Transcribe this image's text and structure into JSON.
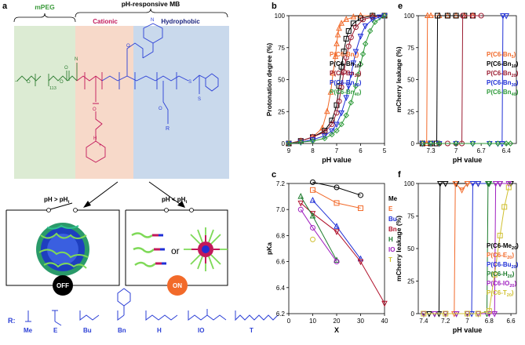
{
  "panel_labels": {
    "a": "a",
    "b": "b",
    "c": "c",
    "e": "e",
    "f": "f"
  },
  "scheme": {
    "mpeg": "mPEG",
    "ph_mb": "pH-responsive MB",
    "cationic": "Cationic",
    "hydrophobic": "Hydrophobic",
    "n113": "113",
    "N": "N",
    "H": "H",
    "plus": "+",
    "S": "S",
    "R_group": "R",
    "arrow_left": "pH > pH",
    "arrow_left_sub": "t",
    "arrow_right": "pH < pH",
    "arrow_right_sub": "t",
    "or": "or",
    "off": "OFF",
    "on": "ON",
    "r_label": "R:",
    "r_groups": [
      "Me",
      "E",
      "Bu",
      "Bn",
      "H",
      "IO",
      "T"
    ]
  },
  "colors": {
    "mpeg_bg": "#dcebd3",
    "cationic_bg": "#f7d9c9",
    "hydrophobic_bg": "#c9d9ec",
    "mpeg_text": "#3a9a3a",
    "cationic_text": "#c2185b",
    "hydrophobic_text": "#1a237e",
    "blue_struct": "#2b3fd6",
    "red_struct": "#c2185b",
    "off_circle": "#000000",
    "on_circle": "#f26a2a"
  },
  "chart_data": [
    {
      "panel": "b",
      "type": "line",
      "xlabel": "pH value",
      "ylabel": "Protonation degree (%)",
      "xlim": [
        9,
        5
      ],
      "ylim": [
        0,
        100
      ],
      "xticks": [
        9,
        8,
        7,
        6,
        5
      ],
      "yticks": [
        0,
        25,
        50,
        75,
        100
      ],
      "legend": [
        "P(C6-Bn",
        "P(C6-Bn",
        "P(C6-Bn",
        "P(C6-Bn",
        "P(C6-Bn"
      ],
      "legend_subs": [
        "5",
        "10",
        "20",
        "30",
        "40"
      ],
      "legend_colors": [
        "#f26a2a",
        "#000000",
        "#9b1b30",
        "#1f2fd6",
        "#2e9a3a"
      ],
      "series": [
        {
          "color": "#f26a2a",
          "marker": "triangle",
          "x": [
            9,
            8.5,
            8.0,
            7.6,
            7.4,
            7.25,
            7.15,
            7.05,
            7.0,
            6.95,
            6.9,
            6.8,
            6.6,
            6.3,
            6.0,
            5.5,
            5.0
          ],
          "y": [
            0,
            2,
            5,
            12,
            25,
            40,
            55,
            68,
            78,
            85,
            90,
            94,
            97,
            99,
            100,
            100,
            100
          ]
        },
        {
          "color": "#000000",
          "marker": "square",
          "x": [
            9,
            8.5,
            8.0,
            7.5,
            7.2,
            7.0,
            6.9,
            6.8,
            6.7,
            6.6,
            6.5,
            6.3,
            6.0,
            5.5,
            5.0
          ],
          "y": [
            0,
            2,
            5,
            10,
            18,
            30,
            45,
            60,
            72,
            82,
            88,
            94,
            98,
            100,
            100
          ]
        },
        {
          "color": "#9b1b30",
          "marker": "circle",
          "x": [
            9,
            8.5,
            8.0,
            7.5,
            7.2,
            7.0,
            6.9,
            6.8,
            6.7,
            6.6,
            6.5,
            6.4,
            6.2,
            5.9,
            5.5,
            5.0
          ],
          "y": [
            0,
            2,
            5,
            9,
            15,
            24,
            33,
            44,
            56,
            67,
            76,
            83,
            91,
            97,
            99,
            100
          ]
        },
        {
          "color": "#1f2fd6",
          "marker": "triangle-down",
          "x": [
            9,
            8.5,
            8.0,
            7.5,
            7.2,
            7.0,
            6.8,
            6.6,
            6.5,
            6.4,
            6.3,
            6.2,
            6.0,
            5.8,
            5.5,
            5.2,
            5.0
          ],
          "y": [
            0,
            1,
            3,
            6,
            10,
            15,
            24,
            36,
            45,
            54,
            63,
            72,
            84,
            92,
            97,
            99,
            100
          ]
        },
        {
          "color": "#2e9a3a",
          "marker": "diamond",
          "x": [
            9,
            8.5,
            8.0,
            7.5,
            7.2,
            7.0,
            6.8,
            6.6,
            6.4,
            6.2,
            6.1,
            6.0,
            5.9,
            5.8,
            5.6,
            5.4,
            5.0
          ],
          "y": [
            0,
            1,
            2,
            4,
            7,
            10,
            15,
            22,
            32,
            45,
            54,
            62,
            70,
            78,
            88,
            95,
            100
          ]
        }
      ]
    },
    {
      "panel": "c",
      "type": "line",
      "xlabel": "X",
      "ylabel": "pKa",
      "xlim": [
        0,
        40
      ],
      "ylim": [
        6.2,
        7.2
      ],
      "xticks": [
        0,
        10,
        20,
        30,
        40
      ],
      "yticks": [
        6.2,
        6.4,
        6.6,
        6.8,
        7.0,
        7.2
      ],
      "legend": [
        "Me",
        "E",
        "Bu",
        "Bn",
        "H",
        "IO",
        "T"
      ],
      "legend_colors": [
        "#000000",
        "#f26a2a",
        "#1f2fd6",
        "#b0102a",
        "#1a7a2a",
        "#a020c0",
        "#d0c030"
      ],
      "series": [
        {
          "name": "Me",
          "color": "#000000",
          "marker": "circle",
          "x": [
            10,
            20,
            30
          ],
          "y": [
            7.21,
            7.17,
            7.11
          ]
        },
        {
          "name": "E",
          "color": "#f26a2a",
          "marker": "square",
          "x": [
            10,
            20,
            30
          ],
          "y": [
            7.15,
            7.05,
            7.01
          ]
        },
        {
          "name": "Bu",
          "color": "#1f2fd6",
          "marker": "triangle",
          "x": [
            10,
            20,
            30
          ],
          "y": [
            7.07,
            6.87,
            6.62
          ]
        },
        {
          "name": "Bn",
          "color": "#b0102a",
          "marker": "triangle-down",
          "x": [
            5,
            10,
            20,
            30,
            40
          ],
          "y": [
            7.05,
            6.97,
            6.83,
            6.6,
            6.28
          ]
        },
        {
          "name": "H",
          "color": "#1a7a2a",
          "marker": "triangle",
          "x": [
            5,
            10,
            20
          ],
          "y": [
            7.1,
            6.95,
            6.61
          ]
        },
        {
          "name": "IO",
          "color": "#a020c0",
          "marker": "circle",
          "x": [
            5,
            10,
            20
          ],
          "y": [
            7.0,
            6.86,
            6.6
          ]
        },
        {
          "name": "T",
          "color": "#d0c030",
          "marker": "circle",
          "x": [
            10
          ],
          "y": [
            6.77
          ]
        }
      ]
    },
    {
      "panel": "e",
      "type": "line",
      "xlabel": "pH value",
      "ylabel": "mCherry leakage (%)",
      "xlim": [
        7.45,
        6.28
      ],
      "ylim": [
        0,
        100
      ],
      "xticks": [
        7.3,
        7.0,
        6.7,
        6.4
      ],
      "yticks": [
        0,
        25,
        50,
        75,
        100
      ],
      "legend": [
        "P(C6-Bn",
        "P(C6-Bn",
        "P(C6-Bn",
        "P(C6-Bn",
        "P(C6-Bn"
      ],
      "legend_subs": [
        "5",
        "10",
        "20",
        "30",
        "40"
      ],
      "legend_colors": [
        "#f26a2a",
        "#000000",
        "#9b1b30",
        "#1f2fd6",
        "#2e9a3a"
      ],
      "series": [
        {
          "color": "#f26a2a",
          "marker": "triangle",
          "x": [
            7.4,
            7.35,
            7.34,
            7.3,
            7.2,
            7.1,
            7.0,
            6.9,
            6.8
          ],
          "y": [
            0,
            0,
            100,
            100,
            100,
            100,
            100,
            100,
            100
          ]
        },
        {
          "color": "#000000",
          "marker": "square",
          "x": [
            7.4,
            7.3,
            7.23,
            7.22,
            7.1,
            7.0,
            6.9,
            6.8
          ],
          "y": [
            0,
            0,
            0,
            100,
            100,
            100,
            100,
            100
          ]
        },
        {
          "color": "#9b1b30",
          "marker": "circle",
          "x": [
            7.4,
            7.3,
            7.2,
            7.1,
            7.0,
            6.93,
            6.92,
            6.8,
            6.7
          ],
          "y": [
            0,
            0,
            0,
            0,
            0,
            0,
            100,
            100,
            100
          ]
        },
        {
          "color": "#1f2fd6",
          "marker": "triangle-down",
          "x": [
            7.4,
            7.3,
            7.2,
            7.0,
            6.8,
            6.6,
            6.5,
            6.45,
            6.44,
            6.4
          ],
          "y": [
            0,
            0,
            0,
            0,
            0,
            0,
            0,
            0,
            100,
            100
          ]
        },
        {
          "color": "#2e9a3a",
          "marker": "diamond",
          "x": [
            7.4,
            7.3,
            7.2,
            7.0,
            6.8,
            6.6,
            6.5,
            6.4,
            6.35
          ],
          "y": [
            0,
            0,
            0,
            0,
            0,
            0,
            0,
            0,
            0
          ]
        }
      ]
    },
    {
      "panel": "f",
      "type": "line",
      "xlabel": "pH value",
      "ylabel": "mCherry leakage (%)",
      "xlim": [
        7.45,
        6.55
      ],
      "ylim": [
        0,
        100
      ],
      "xticks": [
        7.4,
        7.2,
        7.0,
        6.8,
        6.6
      ],
      "yticks": [
        0,
        25,
        50,
        75,
        100
      ],
      "legend": [
        "P(C6-Me",
        "P(C6-E",
        "P(C6-Bu",
        "P(C6-H",
        "P(C6-IO",
        "P(C6-T"
      ],
      "legend_subs": [
        "20",
        "20",
        "20",
        "20",
        "20",
        "20"
      ],
      "legend_colors": [
        "#000000",
        "#f26a2a",
        "#1f2fd6",
        "#1a7a2a",
        "#a020c0",
        "#d0c030"
      ],
      "series": [
        {
          "color": "#000000",
          "marker": "triangle-down",
          "x": [
            7.4,
            7.35,
            7.3,
            7.26,
            7.25,
            7.2,
            7.1,
            7.0,
            6.9,
            6.8,
            6.7,
            6.6
          ],
          "y": [
            0,
            0,
            0,
            0,
            100,
            100,
            100,
            100,
            100,
            100,
            100,
            100
          ]
        },
        {
          "color": "#f26a2a",
          "marker": "triangle-down",
          "x": [
            7.4,
            7.3,
            7.2,
            7.12,
            7.11,
            7.05,
            7.0,
            6.9,
            6.8,
            6.7
          ],
          "y": [
            0,
            0,
            0,
            0,
            100,
            95,
            100,
            100,
            100,
            100
          ]
        },
        {
          "color": "#1f2fd6",
          "marker": "triangle-down",
          "x": [
            7.4,
            7.3,
            7.2,
            7.1,
            7.0,
            6.96,
            6.95,
            6.9,
            6.8,
            6.7
          ],
          "y": [
            0,
            0,
            0,
            0,
            0,
            0,
            100,
            100,
            100,
            100
          ]
        },
        {
          "color": "#1a7a2a",
          "marker": "triangle-down",
          "x": [
            7.4,
            7.3,
            7.2,
            7.1,
            7.0,
            6.9,
            6.82,
            6.81,
            6.8,
            6.7
          ],
          "y": [
            0,
            0,
            0,
            0,
            0,
            0,
            0,
            100,
            100,
            100
          ]
        },
        {
          "color": "#a020c0",
          "marker": "triangle-down",
          "x": [
            7.4,
            7.3,
            7.2,
            7.1,
            7.0,
            6.9,
            6.8,
            6.75,
            6.74,
            6.7,
            6.62
          ],
          "y": [
            0,
            0,
            0,
            0,
            0,
            0,
            0,
            0,
            100,
            100,
            100
          ]
        },
        {
          "color": "#d0c030",
          "marker": "square",
          "x": [
            7.4,
            7.2,
            7.0,
            6.9,
            6.8,
            6.75,
            6.7,
            6.66,
            6.62
          ],
          "y": [
            0,
            0,
            0,
            0,
            2,
            30,
            60,
            82,
            97
          ]
        }
      ]
    }
  ]
}
